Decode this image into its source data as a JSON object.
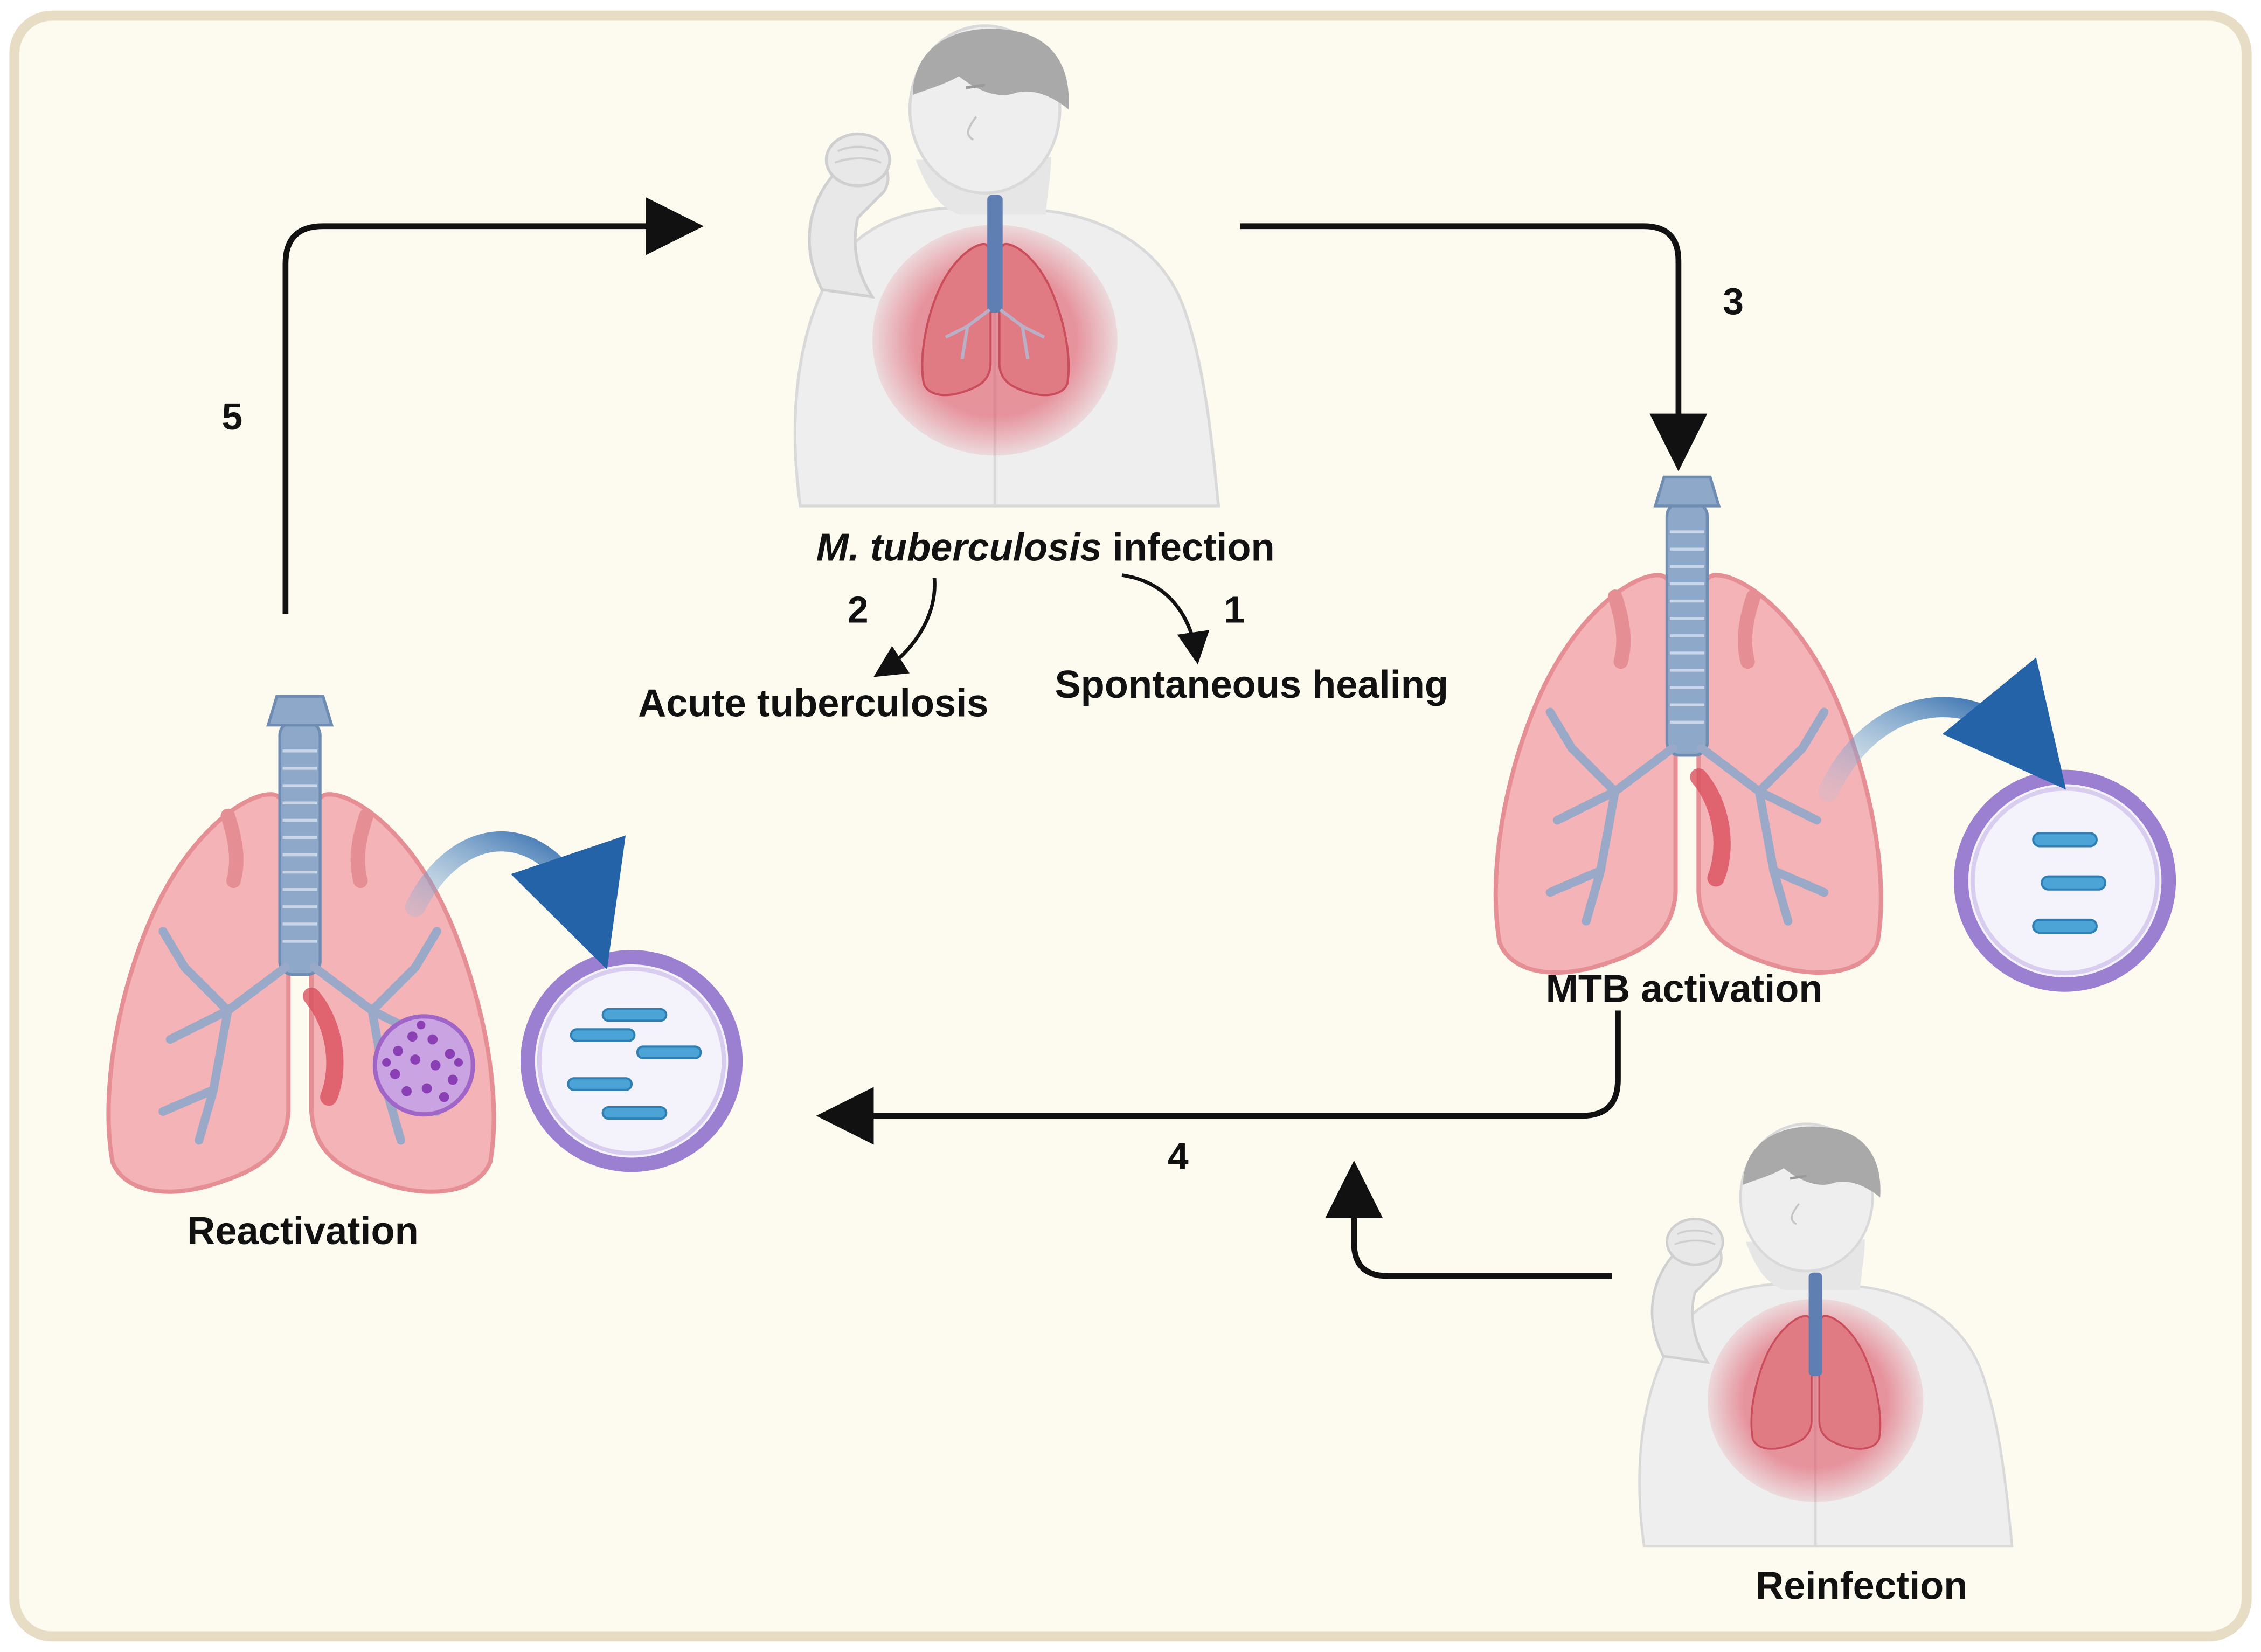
{
  "colors": {
    "background": "#fdfbef",
    "frame": "#e7dcc4",
    "arrow": "#111111",
    "lung": "#f4b3b6",
    "lung_edge": "#e58f95",
    "lung_inflamed": "#d9505f",
    "airway": "#8ea8c9",
    "skin": "#eeeeee",
    "hair": "#a9a9a9",
    "bacteria": "#4ba3d6",
    "circle_ring": "#9b7fd1",
    "curved_arrow": "#2463a8",
    "granuloma": "#a066c7"
  },
  "labels": {
    "infection_italic": "M. tuberculosis",
    "infection_rest": " infection",
    "acute": "Acute tuberculosis",
    "healing": "Spontaneous healing",
    "activation": "MTB activation",
    "reactivation": "Reactivation",
    "reinfection": "Reinfection"
  },
  "steps": {
    "s1": "1",
    "s2": "2",
    "s3": "3",
    "s4": "4",
    "s5": "5"
  },
  "icons": {
    "person": "coughing-person-icon",
    "lungs": "lungs-icon",
    "bacteria": "bacteria-magnifier-icon",
    "granuloma": "granuloma-icon"
  }
}
